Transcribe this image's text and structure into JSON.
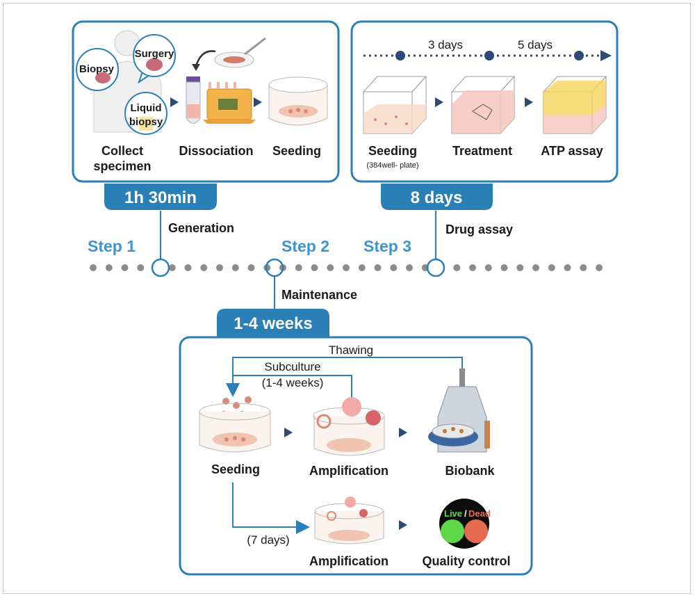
{
  "panel1": {
    "collect": [
      "Collect",
      "specimen"
    ],
    "dissociation": "Dissociation",
    "seeding": "Seeding",
    "bubbles": {
      "surgery": "Surgery",
      "biopsy": "Biopsy",
      "liquid": [
        "Liquid",
        "biopsy"
      ]
    }
  },
  "panel2": {
    "days_a": "3 days",
    "days_b": "5 days",
    "seeding": "Seeding",
    "seeding_sub": "(384well- plate)",
    "treatment": "Treatment",
    "atp": "ATP assay"
  },
  "badges": {
    "b1": "1h 30min",
    "b2": "8 days",
    "b3": "1-4 weeks"
  },
  "steps": {
    "s1": "Step 1",
    "s2": "Step 2",
    "s3": "Step 3"
  },
  "step_labels": {
    "generation": "Generation",
    "drug": "Drug assay",
    "maintenance": "Maintenance"
  },
  "panel3": {
    "thawing": "Thawing",
    "subculture": [
      "Subculture",
      "(1-4 weeks)"
    ],
    "seeding": "Seeding",
    "amplification": "Amplification",
    "biobank": "Biobank",
    "seven_days": "(7 days)",
    "amplification2": "Amplification",
    "qc": "Quality control",
    "live": "Live",
    "slash": "/",
    "dead": "Dead"
  },
  "colors": {
    "accent": "#2a7fb6",
    "step": "#3d95cc",
    "arrow": "#2b4a74",
    "dots": "#8c8c8c",
    "tissue": "#f3d2c0"
  }
}
